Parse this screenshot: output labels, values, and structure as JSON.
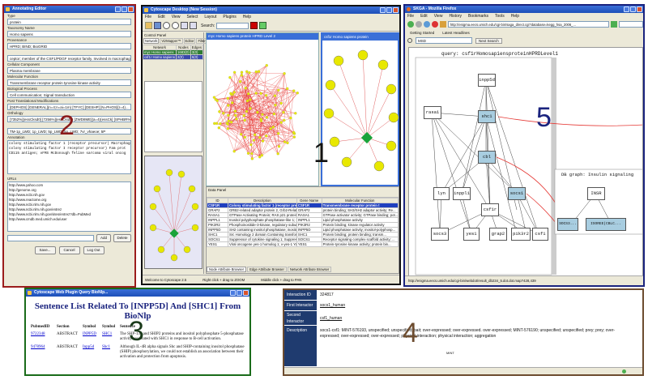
{
  "annotations": {
    "n1": "1",
    "n2": "2",
    "n3": "3",
    "n4": "4",
    "n5": "5"
  },
  "colors": {
    "annotation": "#8b1a1a",
    "label_5": "#1a237e",
    "node_yellow": "#e8e800",
    "edge_red": "#e53935",
    "highlight_node": "#a8cde0"
  },
  "annotating_editor": {
    "title": "Annotating Editor",
    "type_label": "Type",
    "type_value": "protein",
    "taxonomy_label": "Taxonomy Name",
    "taxonomy_value": "Homo sapiens",
    "provenance_label": "Provenance",
    "provenance_value": "HPRD; BIND; BioGRID",
    "description_value": "ceptor; member of the CSF1/PDGF receptor family. Involved in macrophage differentiation and",
    "cellular_label": "Cellular Component",
    "cellular_value": "Plasma membrane",
    "molecular_label": "Molecular Function",
    "molecular_value": "Transmembrane receptor protein tyrosine kinase activity",
    "biological_label": "Biological Process",
    "biological_value": "Cell communication; Signal transduction",
    "ptm_label": "Post Translational Modifications",
    "ptm_value": "[DEPHOS] [GENERAL](n=4;n=ai=1m) [TFYC] [DESHP] [N=PHOS]{r=4}...",
    "orthology_label": "Orthology",
    "orthology_value": "[7352%](essCksd0] [7256%](essCkid0) [ZWD8ME](a=4)(essCk] [SPHBR%](o[H]Hom",
    "uniprot_value": "TM-1p_LWD; 1p_LWD; 5p_LWD; 5p_LWD; 7vr_vhaeoe; 5P",
    "annotation_label": "Annotation",
    "annotation_lines": [
      "colony stimulating factor 1 (receptor precursor) Macrophage",
      "colony stimulating factor I receptor precursor) Fam prot",
      "CD115 antigen; vFMS McDonough feline sarcoma viral oncog"
    ],
    "urls_label": "URLs",
    "urls": [
      "http://www.yahoo.com",
      "http://genome.org",
      "http://www.ncbi.nih.gov",
      "http://www.reactome.org",
      "http://www.ncbi.nlm.nih.gov",
      "http://www.ncbi.nlm.nih.gov/entrez",
      "http://www.ncbi.nlm.nih.gov/sites/entrez?db=PubMed",
      "http://www.cmdb.med.umich.edu/user"
    ],
    "add_label": "Add",
    "delete_label": "Delete",
    "save_label": "Save...",
    "cancel_label": "Cancel",
    "logout_label": "Log Out"
  },
  "cytoscape": {
    "title": "Cytoscape Desktop (New Session)",
    "menu": [
      "File",
      "Edit",
      "View",
      "Select",
      "Layout",
      "Plugins",
      "Help"
    ],
    "search_label": "Search:",
    "control_panel_label": "Control Panel",
    "cp_tabs": [
      "Network",
      "VizMapper™",
      "Editor",
      "Filters"
    ],
    "net_columns": [
      "Network",
      "Nodes",
      "Edges"
    ],
    "networks": [
      {
        "name": "myc Homo sapiens",
        "nodes": "1683(0)",
        "edges": "3(0)"
      },
      {
        "name": "csf1r Homo sapiens",
        "nodes": "2(0)",
        "edges": "5(0)"
      }
    ],
    "net_window_1": "myc Homo sapiens protein HPRD Level 2",
    "net_window_2": "csf1r Homo sapiens protein",
    "data_panel_label": "Data Panel",
    "data_columns": [
      "ID",
      "Description",
      "Gene Name",
      "Molecular Function"
    ],
    "data_rows": [
      {
        "id": "CSF1R",
        "desc": "Colony stimulating factor 1 (receptor precursor)",
        "gene": "CSF1R",
        "func": "Transmembrane receptor protein t"
      },
      {
        "id": "GRAP2",
        "desc": "GRB2-related adaptor protein 2, Grb2-Relate...",
        "gene": "GRAP2",
        "func": "protein binding; SH3/SH2 adaptor activity; Re..."
      },
      {
        "id": "RASA1",
        "desc": "GTPase Activating Protein; RAS p21 protein a...",
        "gene": "RASA1",
        "func": "GTPase activator activity; GTPase binding; pot..."
      },
      {
        "id": "INPPL1",
        "desc": "Inositol polyphosphate phosphatase-like 1; S...",
        "gene": "INPPL1",
        "func": "Lipid phosphatase activity"
      },
      {
        "id": "PIK3R2",
        "desc": "Phosphoinositide-3-kinase, regulatory subuni...",
        "gene": "PIK3R2",
        "func": "Protein binding; kinase regulator activity"
      },
      {
        "id": "INPP5D",
        "desc": "SH2 containing inositol phosphatase; inositol...",
        "gene": "INPP5D",
        "func": "Lipid phosphatase activity; inositol-polyphosp..."
      },
      {
        "id": "SHC1",
        "desc": "Src Homology 2 domain Containing transfor...",
        "gene": "SHC1",
        "func": "Protein binding; protein binding; transm..."
      },
      {
        "id": "SOCS1",
        "desc": "Suppressor of cytokine signaling 1; Suppres...",
        "gene": "SOCS1",
        "func": "Receptor signaling complex scaffold activity; ..."
      },
      {
        "id": "YES1",
        "desc": "Viral oncogene yes-1 homolog 1; v-yes-1 Ya...",
        "gene": "YES1",
        "func": "Protein-tyrosine kinase activity; protein bin..."
      }
    ],
    "bottom_tabs": [
      "Node Attribute Browser",
      "Edge Attribute Browser",
      "Network Attribute Browser"
    ],
    "status_welcome": "Welcome to Cytoscape 2.5",
    "status_drag": "Right click + drag to ZOOM",
    "status_pan": "Middle click + drag to PAN"
  },
  "firefox": {
    "title": "SKGA - Mozilla Firefox",
    "menu": [
      "File",
      "Edit",
      "View",
      "History",
      "Bookmarks",
      "Tools",
      "Help"
    ],
    "url": "http://enigma.eecs.umich.edu/cgi-bin/saga_direct.cgi?database=kegg_hsa_2006_...",
    "bookmarks": [
      "Getting Started",
      "Latest Headlines"
    ],
    "search_field": "MSD",
    "next_label": "Next Search",
    "query_title": "query: csf1rHomosapiensproteinHPRDLevel1",
    "db_graph_title": "DB graph: Insulin signaling",
    "nodes": {
      "rasa1": "rasa1",
      "inpp5d": "inpp5d",
      "shc1": "shc1",
      "cbl": "cbl",
      "lyn": "lyn",
      "inppl1": "inppl1",
      "socs1": "socs1",
      "csf1r": "csf1r",
      "socs3": "socs3",
      "yes1": "yes1",
      "grap2": "grap2",
      "pik3r2": "pik3r2",
      "csf1": "csf1",
      "insr": "INSR",
      "socs_db": "SOCS3...",
      "db_node2": "ISOREE(CBLC..."
    },
    "status_url": "http://enigma.eecs.umich.edu/cgi-bin/webdot/result_db234_5.dot.dot.map?428,439"
  },
  "webpage3": {
    "title": "Cytoscape Web Plugin Query BioNlp...",
    "heading": "Sentence List Related To [INPP5D] And [SHC1] From BioNlp",
    "columns": [
      "PubmedID",
      "Section",
      "Symbol",
      "Symbol",
      "Sentence"
    ],
    "rows": [
      {
        "pmid": "9722348",
        "section": "ABSTRACT",
        "sym1": "INPP5D",
        "sym2": "SHC1",
        "sentence": "The SHP-130 and SHIP2 proteins and inositol polyphosphate 5-phosphatase activity associated with SHC1 in response to B-cell activation."
      },
      {
        "pmid": "9478964",
        "section": "ABSTRACT",
        "sym1": "Inpp5d",
        "sym2": "Shc1",
        "sentence": "Although IL-4R alpha signals Shc and SHIP-containing inositol phosphatase (SHIP) phosphorylation, we could not establish an association between their activation and protection from apoptosis."
      }
    ]
  },
  "interaction4": {
    "id_label": "Interaction ID",
    "id_value": "324817",
    "first_label": "First Interactor",
    "first_value": "socs1_human",
    "second_label": "Second Interactor",
    "second_value": "csf1_human",
    "desc_label": "Description",
    "desc_value": "socs1-csf1: MINT-576193, unspecified; unspecified; bait; over-expressed; over-expressed. over-expressed; MINT-576190; unspecified; unspecified; prey; prey; over-expressed; over-expressed; over-expressed; physical interaction; physical interaction; aggregation",
    "mint_label": "MINT"
  }
}
